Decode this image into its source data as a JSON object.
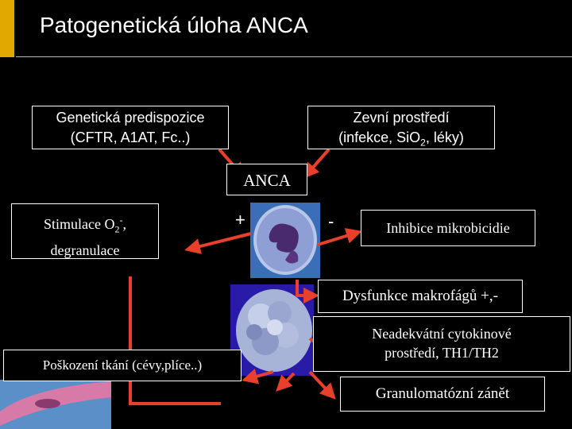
{
  "title": "Patogenetická úloha ANCA",
  "boxes": {
    "genetic_line1": "Genetická predispozice",
    "genetic_line2": "(CFTR, A1AT, Fc..)",
    "env_line1": "Zevní prostředí",
    "env_line2_pre": "(infekce, SiO",
    "env_line2_sub": "2",
    "env_line2_post": ", léky)",
    "anca": "ANCA",
    "stim_line1_pre": "Stimulace O",
    "stim_line1_sub": "2",
    "stim_line1_sup": "-",
    "stim_line1_post": ",",
    "stim_line2": "degranulace",
    "inhibice": "Inhibice mikrobicidie",
    "dysfunkce": "Dysfunkce makrofágů +,-",
    "cytokin_line1": "Neadekvátní cytokinové",
    "cytokin_line2": "prostředí, TH1/TH2",
    "poskozeni": "Poškození tkání (cévy,plíce..)",
    "granulom": "Granulomatózní zánět"
  },
  "signs": {
    "plus": "+",
    "minus": "-"
  },
  "colors": {
    "arrow": "#e8402a",
    "title_accent": "#e0a800",
    "background": "#000000",
    "text": "#ffffff"
  }
}
